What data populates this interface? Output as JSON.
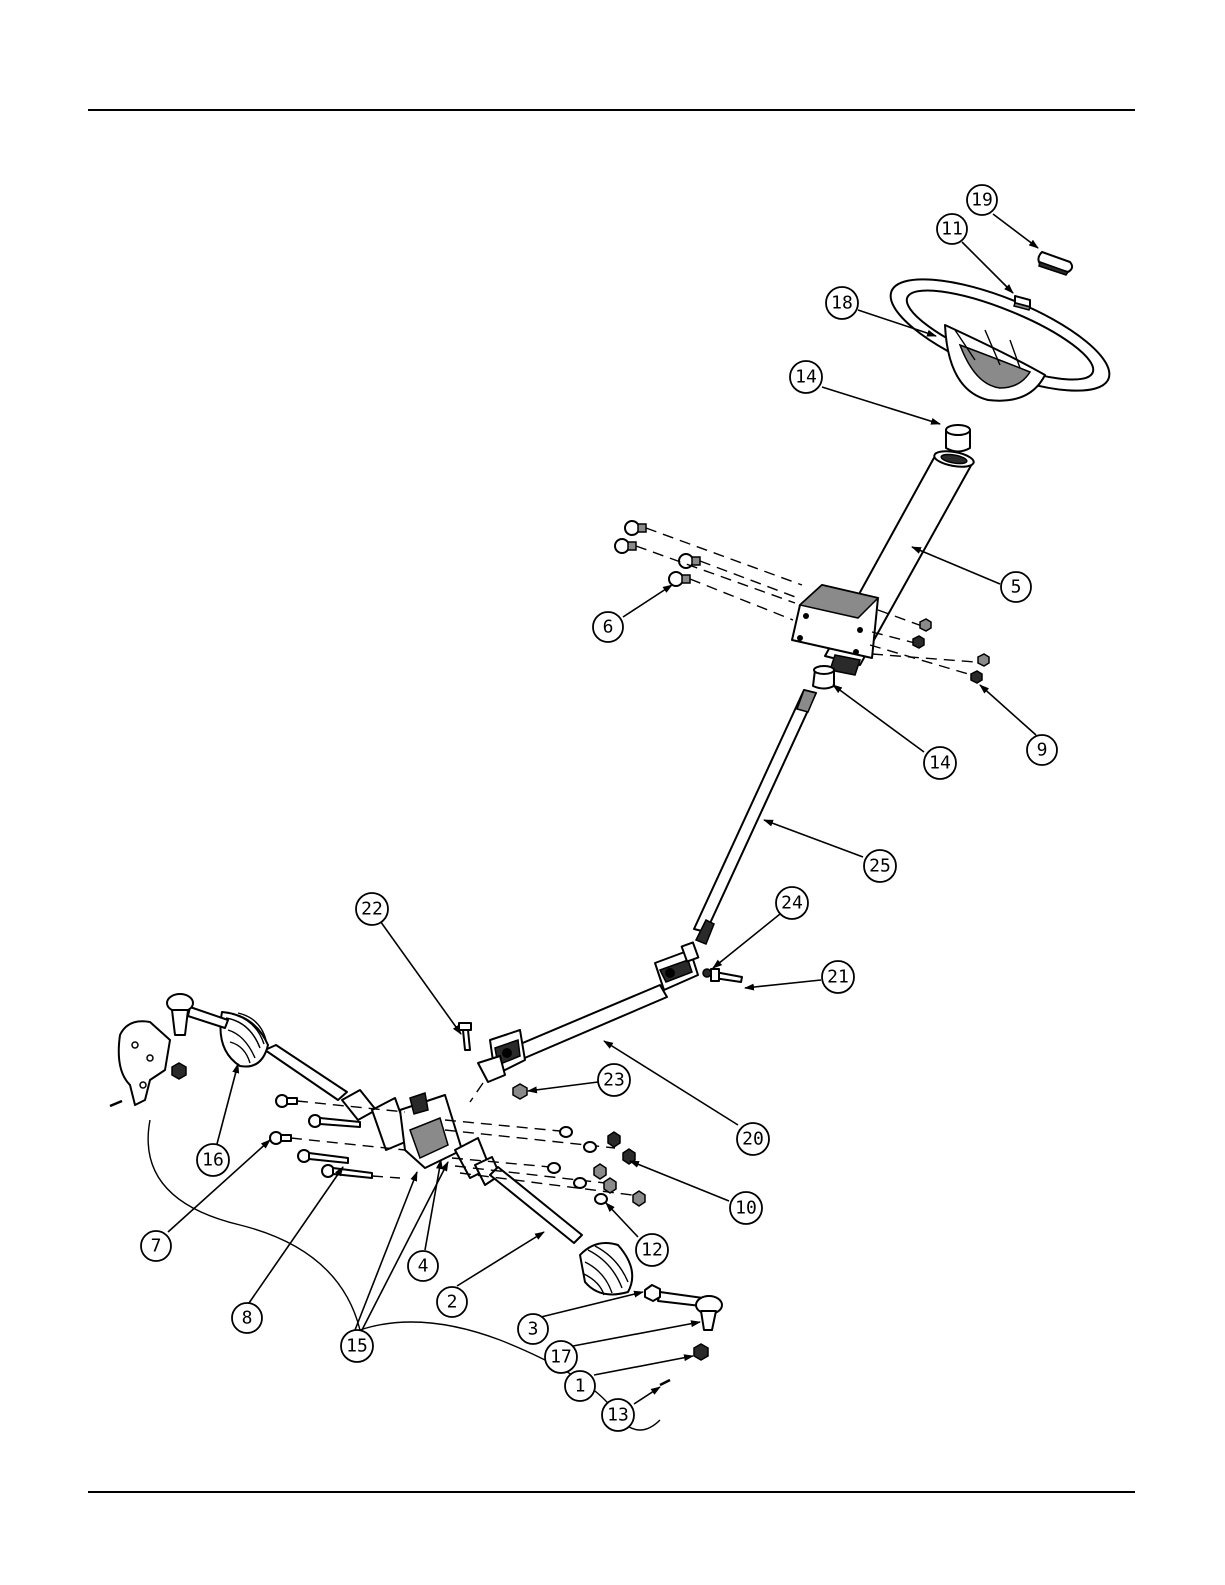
{
  "callouts": [
    {
      "id": "19",
      "label": "19"
    },
    {
      "id": "11",
      "label": "11"
    },
    {
      "id": "18",
      "label": "18"
    },
    {
      "id": "14a",
      "label": "14"
    },
    {
      "id": "5",
      "label": "5"
    },
    {
      "id": "6",
      "label": "6"
    },
    {
      "id": "9",
      "label": "9"
    },
    {
      "id": "14b",
      "label": "14"
    },
    {
      "id": "25",
      "label": "25"
    },
    {
      "id": "24",
      "label": "24"
    },
    {
      "id": "21",
      "label": "21"
    },
    {
      "id": "22",
      "label": "22"
    },
    {
      "id": "23",
      "label": "23"
    },
    {
      "id": "20",
      "label": "20"
    },
    {
      "id": "16",
      "label": "16"
    },
    {
      "id": "10",
      "label": "10"
    },
    {
      "id": "7",
      "label": "7"
    },
    {
      "id": "12",
      "label": "12"
    },
    {
      "id": "4",
      "label": "4"
    },
    {
      "id": "2",
      "label": "2"
    },
    {
      "id": "8",
      "label": "8"
    },
    {
      "id": "3",
      "label": "3"
    },
    {
      "id": "15",
      "label": "15"
    },
    {
      "id": "17",
      "label": "17"
    },
    {
      "id": "1",
      "label": "1"
    },
    {
      "id": "13",
      "label": "13"
    }
  ]
}
